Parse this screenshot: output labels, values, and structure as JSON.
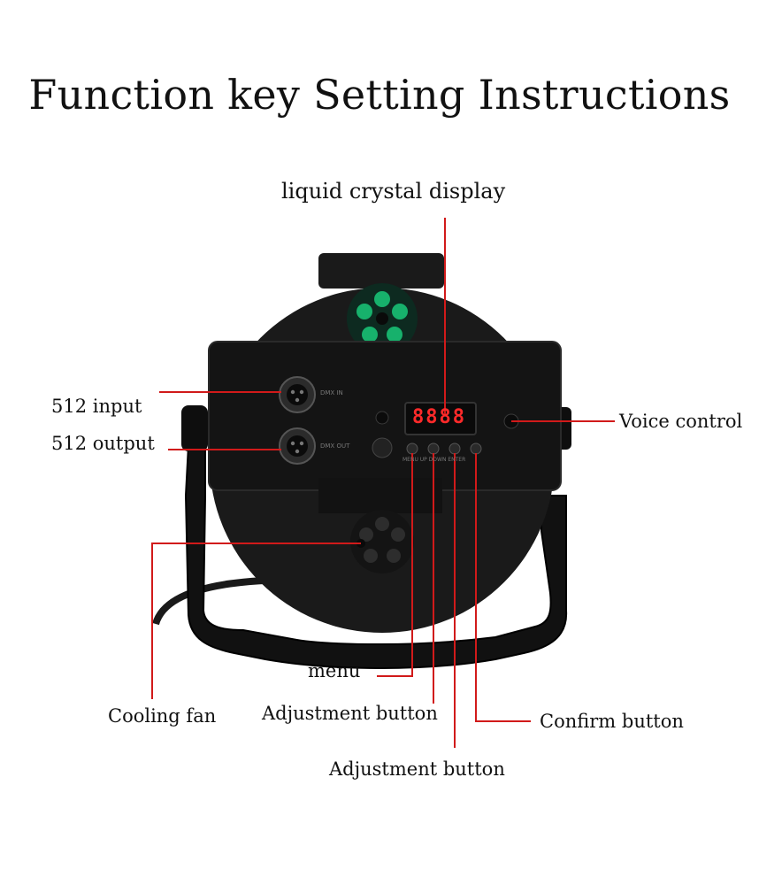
{
  "title": "Function key Setting Instructions",
  "labels": {
    "lcd": "liquid crystal display",
    "input": "512 input",
    "output": "512 output",
    "voice": "Voice control",
    "menu": "menu",
    "cooling": "Cooling fan",
    "adjust1": "Adjustment button",
    "adjust2": "Adjustment button",
    "confirm": "Confirm button"
  },
  "device": {
    "display_value": "8888",
    "dmx_in": "DMX IN",
    "dmx_out": "DMX OUT",
    "button_strip": "MENU UP DOWN ENTER"
  },
  "colors": {
    "pointer": "#d11a1a",
    "body": "#181818",
    "lcd": "#ff2a2a",
    "fan_glow": "#19c97a"
  }
}
